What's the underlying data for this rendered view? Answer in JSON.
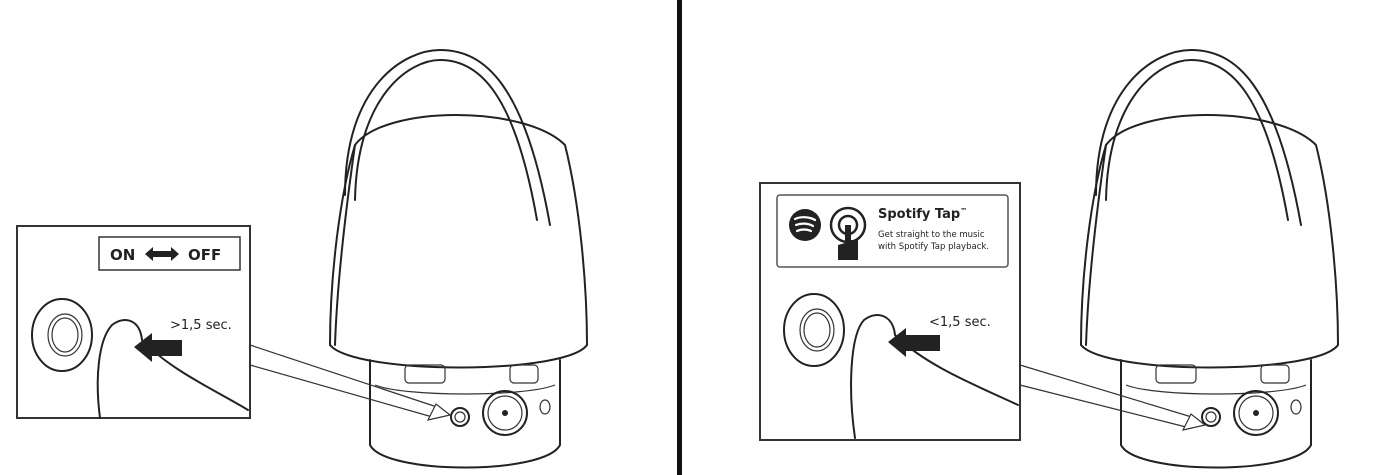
{
  "left_panel": {
    "mode_label_on": "ON",
    "mode_label_off": "OFF",
    "duration": ">1,5 sec."
  },
  "right_panel": {
    "spotify_title": "Spotify Tap",
    "spotify_tm": "™",
    "spotify_desc_line1": "Get straight to the music",
    "spotify_desc_line2": "with Spotify Tap playback.",
    "duration": "<1,5 sec."
  },
  "colors": {
    "ink": "#222222",
    "divider": "#111111"
  }
}
